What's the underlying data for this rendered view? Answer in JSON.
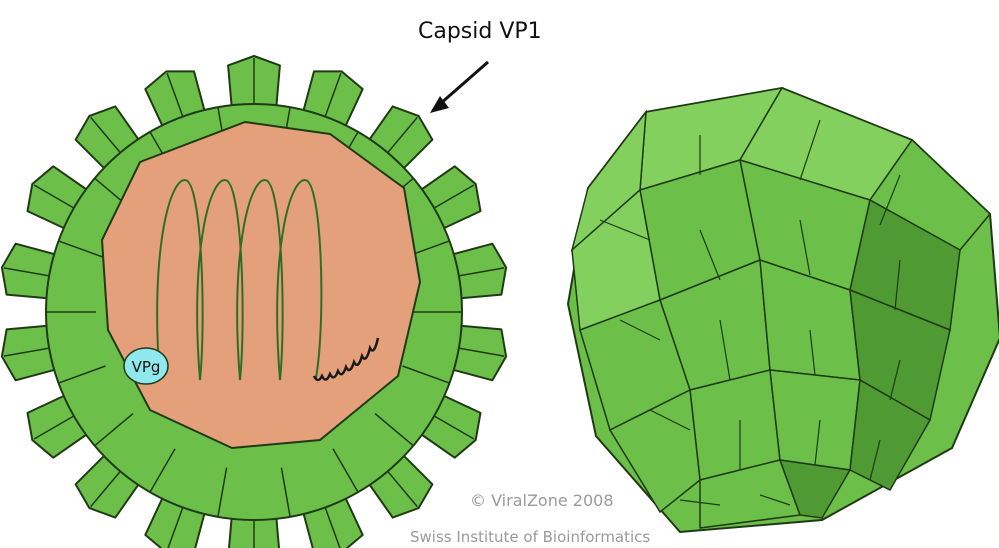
{
  "labels": {
    "capsid": "Capsid VP1",
    "vpg": "VPg"
  },
  "credits": {
    "line1": "© ViralZone 2008",
    "line2": "Swiss Institute of Bioinformatics"
  },
  "colors": {
    "capsid_green": "#6cc04a",
    "capsid_green_light": "#84d05f",
    "capsid_green_dark": "#4f9a33",
    "core_salmon": "#e3a07b",
    "vpg_cyan": "#8fe8ee",
    "outline": "#1f3a14",
    "rna": "#2f6f23"
  }
}
